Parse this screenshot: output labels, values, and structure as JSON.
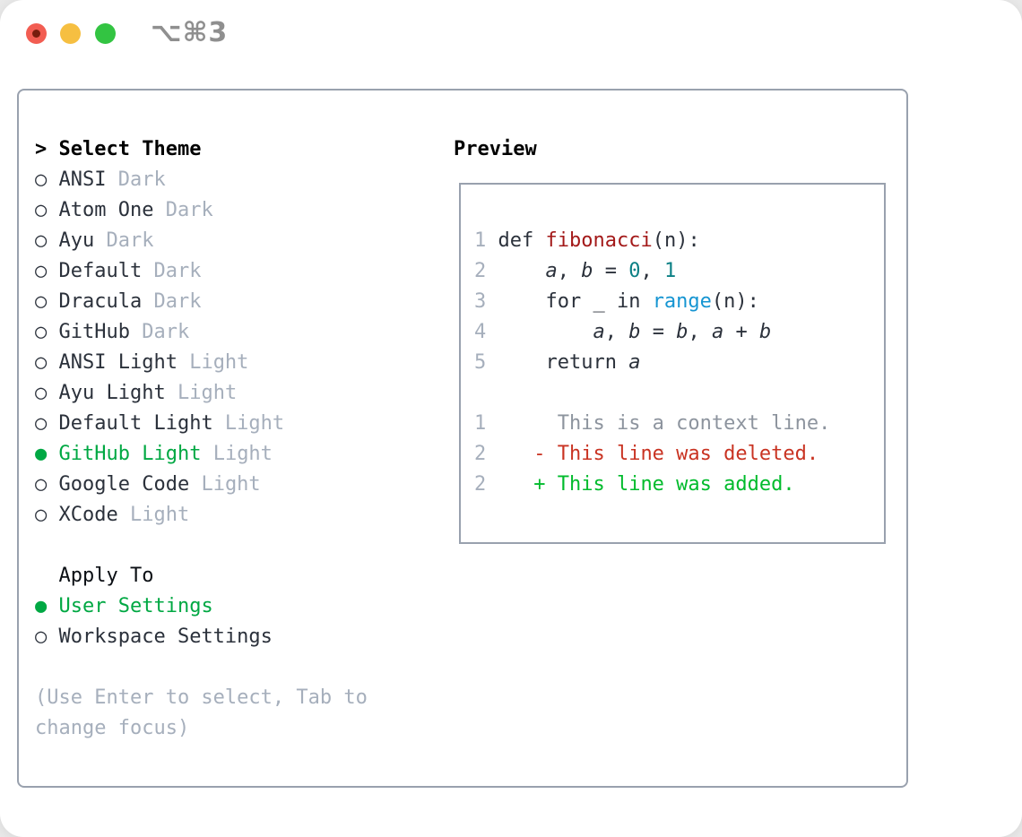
{
  "titlebar": {
    "shortcut": "⌥⌘3"
  },
  "glyphs": {
    "unselected_bullet": "○",
    "selected_bullet": "●",
    "header_prefix": ">"
  },
  "left": {
    "header": "Select Theme",
    "themes": [
      {
        "name": "ANSI",
        "variant": "Dark",
        "selected": false
      },
      {
        "name": "Atom One",
        "variant": "Dark",
        "selected": false
      },
      {
        "name": "Ayu",
        "variant": "Dark",
        "selected": false
      },
      {
        "name": "Default",
        "variant": "Dark",
        "selected": false
      },
      {
        "name": "Dracula",
        "variant": "Dark",
        "selected": false
      },
      {
        "name": "GitHub",
        "variant": "Dark",
        "selected": false
      },
      {
        "name": "ANSI Light",
        "variant": "Light",
        "selected": false
      },
      {
        "name": "Ayu Light",
        "variant": "Light",
        "selected": false
      },
      {
        "name": "Default Light",
        "variant": "Light",
        "selected": false
      },
      {
        "name": "GitHub Light",
        "variant": "Light",
        "selected": true
      },
      {
        "name": "Google Code",
        "variant": "Light",
        "selected": false
      },
      {
        "name": "XCode",
        "variant": "Light",
        "selected": false
      }
    ],
    "apply_to": {
      "header": "Apply To",
      "options": [
        {
          "name": "User Settings",
          "selected": true
        },
        {
          "name": "Workspace Settings",
          "selected": false
        }
      ]
    },
    "hint_lines": [
      "(Use Enter to select, Tab to",
      "change focus)"
    ]
  },
  "preview": {
    "header": "Preview",
    "code_lines": [
      {
        "num": "1",
        "tokens": [
          {
            "text": "def ",
            "cls": "pl"
          },
          {
            "text": "fibonacci",
            "cls": "fn"
          },
          {
            "text": "(n):",
            "cls": "pl"
          }
        ]
      },
      {
        "num": "2",
        "tokens": [
          {
            "text": "    ",
            "cls": "pl"
          },
          {
            "text": "a",
            "cls": "va"
          },
          {
            "text": ", ",
            "cls": "pl"
          },
          {
            "text": "b",
            "cls": "va"
          },
          {
            "text": " = ",
            "cls": "pl"
          },
          {
            "text": "0",
            "cls": "nu"
          },
          {
            "text": ", ",
            "cls": "pl"
          },
          {
            "text": "1",
            "cls": "nu"
          }
        ]
      },
      {
        "num": "3",
        "tokens": [
          {
            "text": "    for _ in ",
            "cls": "pl"
          },
          {
            "text": "range",
            "cls": "bi"
          },
          {
            "text": "(n):",
            "cls": "pl"
          }
        ]
      },
      {
        "num": "4",
        "tokens": [
          {
            "text": "        ",
            "cls": "pl"
          },
          {
            "text": "a",
            "cls": "va"
          },
          {
            "text": ", ",
            "cls": "pl"
          },
          {
            "text": "b",
            "cls": "va"
          },
          {
            "text": " = ",
            "cls": "pl"
          },
          {
            "text": "b",
            "cls": "va"
          },
          {
            "text": ", ",
            "cls": "pl"
          },
          {
            "text": "a",
            "cls": "va"
          },
          {
            "text": " + ",
            "cls": "pl"
          },
          {
            "text": "b",
            "cls": "va"
          }
        ]
      },
      {
        "num": "5",
        "tokens": [
          {
            "text": "    return ",
            "cls": "pl"
          },
          {
            "text": "a",
            "cls": "va"
          }
        ]
      },
      {
        "num": "",
        "tokens": []
      },
      {
        "num": "1",
        "tokens": [
          {
            "text": "     This is a context line.",
            "cls": "ctx"
          }
        ]
      },
      {
        "num": "2",
        "tokens": [
          {
            "text": "   - This line was deleted.",
            "cls": "del"
          }
        ]
      },
      {
        "num": "2",
        "tokens": [
          {
            "text": "   + This line was added.",
            "cls": "add"
          }
        ]
      }
    ]
  },
  "colors": {
    "text_dark": "#2b313b",
    "muted_gray": "#a6afbc",
    "context_gray": "#8d949e",
    "accent_green": "#00a843",
    "added_green": "#00bb2c",
    "deleted_red": "#c93322",
    "function_red": "#a31919",
    "number_teal": "#0b8085",
    "builtin_blue": "#1695d2",
    "border_gray": "#99a1ae",
    "title_gray": "#8f8f8f",
    "tl_red": "#f25d52",
    "tl_yellow": "#f6bf41",
    "tl_green": "#33c442",
    "tl_dot": "#771d0d"
  }
}
